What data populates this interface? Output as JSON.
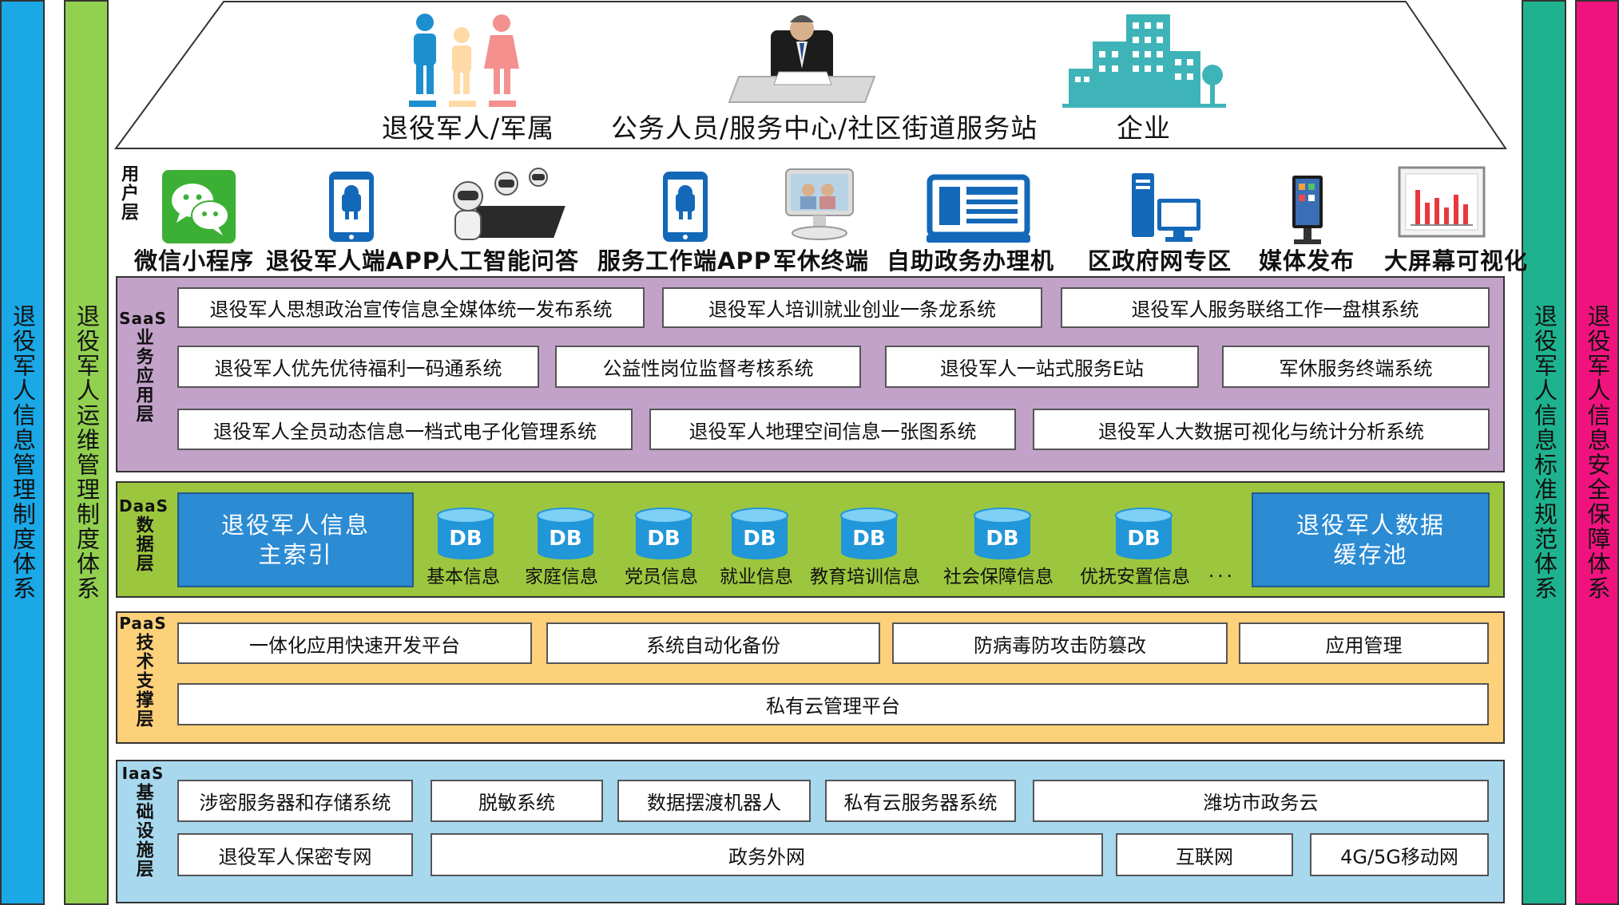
{
  "side_bars": {
    "left_outer": "退役军人信息管理制度体系",
    "left_inner": "退役军人运维管理制度体系",
    "right_inner": "退役军人信息标准规范体系",
    "right_outer": "退役军人信息安全保障体系"
  },
  "roles": [
    "退役军人/军属",
    "公务人员/服务中心/社区街道服务站",
    "企业"
  ],
  "user_layer": {
    "tag": "用户层",
    "terminals": [
      "微信小程序",
      "退役军人端APP",
      "人工智能问答",
      "服务工作端APP",
      "军休终端",
      "自助政务办理机",
      "区政府网专区",
      "媒体发布",
      "大屏幕可视化"
    ]
  },
  "saas": {
    "tag_en": "SaaS",
    "tag_cn": "业务应用层",
    "rows": [
      [
        "退役军人思想政治宣传信息全媒体统一发布系统",
        "退役军人培训就业创业一条龙系统",
        "退役军人服务联络工作一盘棋系统"
      ],
      [
        "退役军人优先优待福利一码通系统",
        "公益性岗位监督考核系统",
        "退役军人一站式服务E站",
        "军休服务终端系统"
      ],
      [
        "退役军人全员动态信息一档式电子化管理系统",
        "退役军人地理空间信息一张图系统",
        "退役军人大数据可视化与统计分析系统"
      ]
    ]
  },
  "daas": {
    "tag_en": "DaaS",
    "tag_cn": "数据层",
    "index_box": [
      "退役军人信息",
      "主索引"
    ],
    "cache_box": [
      "退役军人数据",
      "缓存池"
    ],
    "db_icon_text": "DB",
    "databases": [
      "基本信息",
      "家庭信息",
      "党员信息",
      "就业信息",
      "教育培训信息",
      "社会保障信息",
      "优抚安置信息"
    ],
    "ellipsis": "..."
  },
  "paas": {
    "tag_en": "PaaS",
    "tag_cn": "技术支撑层",
    "row1": [
      "一体化应用快速开发平台",
      "系统自动化备份",
      "防病毒防攻击防篡改",
      "应用管理"
    ],
    "row2": "私有云管理平台"
  },
  "iaas": {
    "tag_en": "IaaS",
    "tag_cn": "基础设施层",
    "row1": [
      "涉密服务器和存储系统",
      "脱敏系统",
      "数据摆渡机器人",
      "私有云服务器系统",
      "潍坊市政务云"
    ],
    "row2": [
      "退役军人保密专网",
      "政务外网",
      "互联网",
      "4G/5G移动网"
    ]
  },
  "colors": {
    "left_outer": "#1aa8e6",
    "left_inner": "#92d050",
    "right_inner": "#1eb38e",
    "right_outer": "#f0137e",
    "saas_bg": "#c3a2c9",
    "daas_bg": "#9cc63e",
    "paas_bg": "#fdd07a",
    "iaas_bg": "#a8d8ee",
    "accent_blue": "#2b8bd3"
  }
}
